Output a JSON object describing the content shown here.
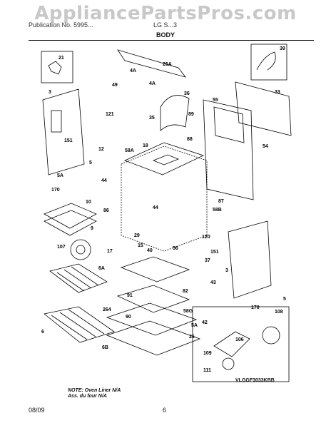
{
  "watermark": "AppliancePartsPros.com",
  "header": {
    "left_text": "Publication No. 5995...",
    "right_text": "LG S...3"
  },
  "section_title": "BODY",
  "diagram_code": "VLGGF3033KBB",
  "note_line1": "NOTE: Oven Liner N/A",
  "note_line2": "Ass. du four N/A",
  "footer": {
    "date": "08/09",
    "page": "6"
  },
  "part_labels": [
    "21",
    "26A",
    "4A",
    "39",
    "3",
    "49",
    "4A",
    "36",
    "33",
    "55",
    "121",
    "89",
    "35",
    "151",
    "12",
    "58A",
    "18",
    "88",
    "54",
    "5A",
    "44",
    "170",
    "5",
    "10",
    "86",
    "44",
    "87",
    "58B",
    "9",
    "29",
    "120",
    "107",
    "15",
    "56",
    "151",
    "17",
    "37",
    "3",
    "6A",
    "40",
    "43",
    "91",
    "82",
    "5",
    "264",
    "90",
    "58G",
    "170",
    "108",
    "6",
    "42",
    "5A",
    "25",
    "6B",
    "109",
    "106",
    "111"
  ]
}
